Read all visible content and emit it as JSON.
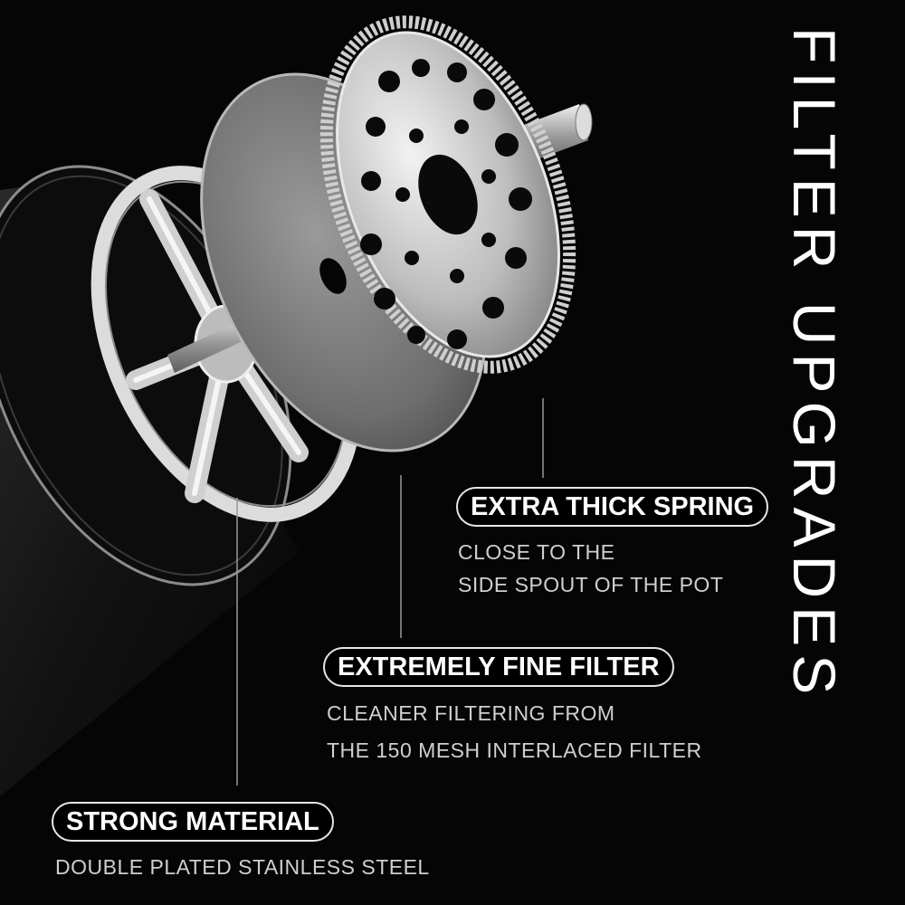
{
  "title": "FILTER UPGRADES",
  "features": [
    {
      "heading": "EXTRA THICK SPRING",
      "lines": [
        "CLOSE TO THE",
        "SIDE SPOUT OF THE POT"
      ],
      "icon": "spring-coil-icon"
    },
    {
      "heading": "EXTREMELY FINE FILTER",
      "lines": [
        "CLEANER FILTERING FROM",
        "THE 150 MESH INTERLACED FILTER"
      ],
      "icon": "mesh-filter-icon"
    },
    {
      "heading": "STRONG MATERIAL",
      "lines": [
        "DOUBLE PLATED STAINLESS STEEL"
      ],
      "icon": "steel-frame-icon"
    }
  ],
  "colors": {
    "background": "#000000",
    "text": "#ffffff",
    "subtext": "#cfcfcf",
    "metal": "#c8c8c8"
  }
}
